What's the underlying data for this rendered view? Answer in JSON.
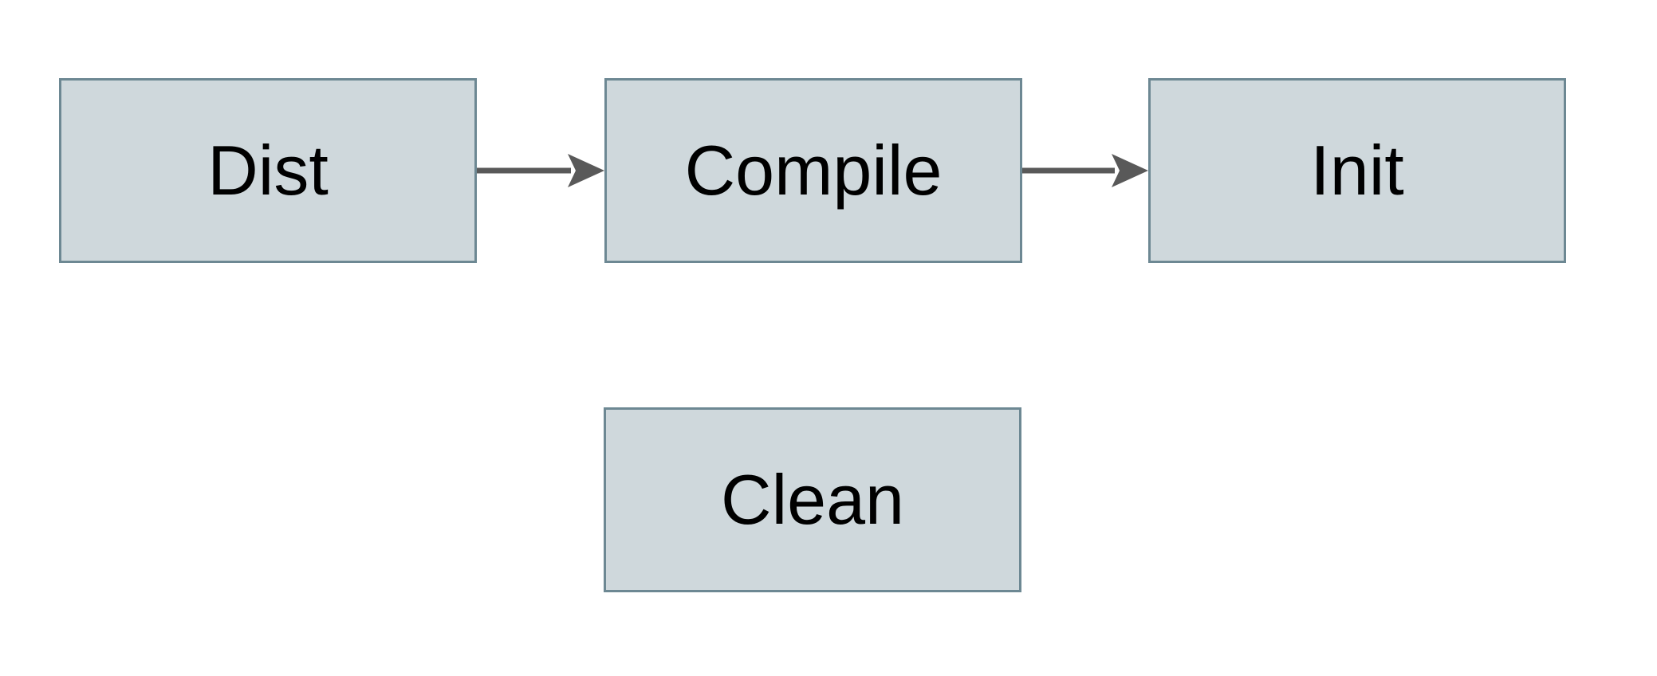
{
  "diagram": {
    "type": "flowchart",
    "nodes": [
      {
        "id": "dist",
        "label": "Dist"
      },
      {
        "id": "compile",
        "label": "Compile"
      },
      {
        "id": "init",
        "label": "Init"
      },
      {
        "id": "clean",
        "label": "Clean"
      }
    ],
    "edges": [
      {
        "from": "Dist",
        "to": "Compile",
        "direction": "right"
      },
      {
        "from": "Compile",
        "to": "Init",
        "direction": "right"
      }
    ],
    "colors": {
      "node_fill": "#cfd8dc",
      "node_border": "#6d8893",
      "node_text": "#000000",
      "arrow": "#595959",
      "background": "#ffffff"
    }
  }
}
